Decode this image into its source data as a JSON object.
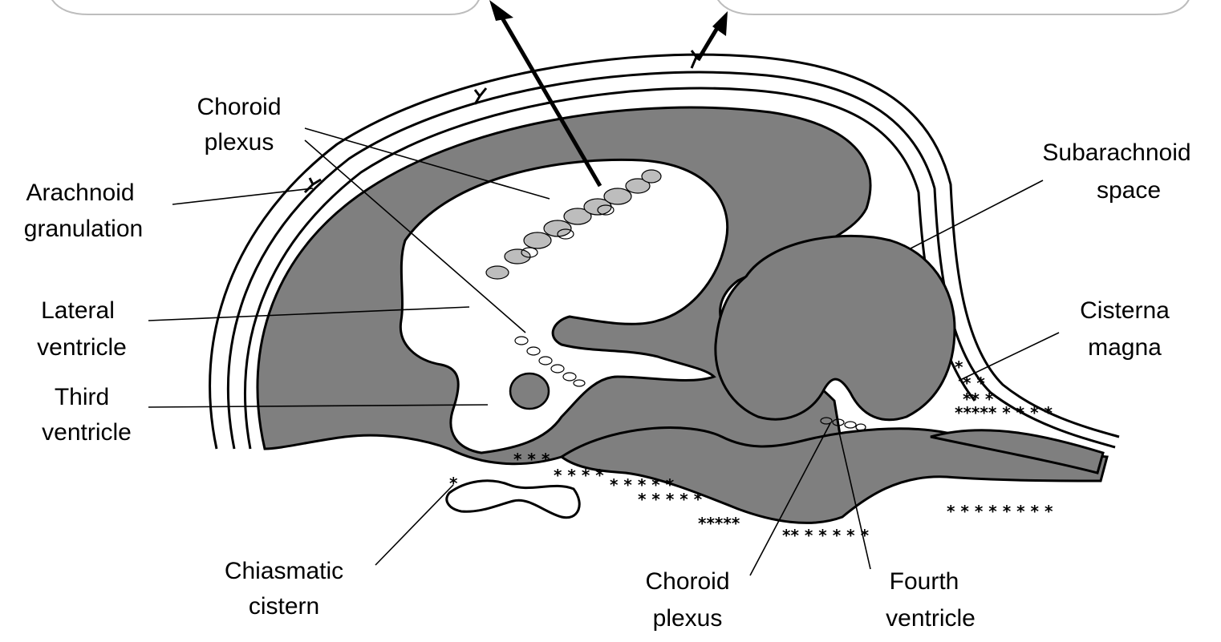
{
  "labels": {
    "choroid_plexus_upper_1": "Choroid",
    "choroid_plexus_upper_2": "plexus",
    "arachnoid_granulation_1": "Arachnoid",
    "arachnoid_granulation_2": "granulation",
    "lateral_ventricle_1": "Lateral",
    "lateral_ventricle_2": "ventricle",
    "third_ventricle_1": "Third",
    "third_ventricle_2": "ventricle",
    "subarachnoid_space_1": "Subarachnoid",
    "subarachnoid_space_2": "space",
    "cisterna_magna_1": "Cisterna",
    "cisterna_magna_2": "magna",
    "chiasmatic_cistern_1": "Chiasmatic",
    "chiasmatic_cistern_2": "cistern",
    "choroid_plexus_lower_1": "Choroid",
    "choroid_plexus_lower_2": "plexus",
    "fourth_ventricle_1": "Fourth",
    "fourth_ventricle_2": "ventricle"
  },
  "colors": {
    "brain_tissue": "#7f7f7f",
    "csf_space": "#ffffff",
    "outline": "#000000"
  }
}
